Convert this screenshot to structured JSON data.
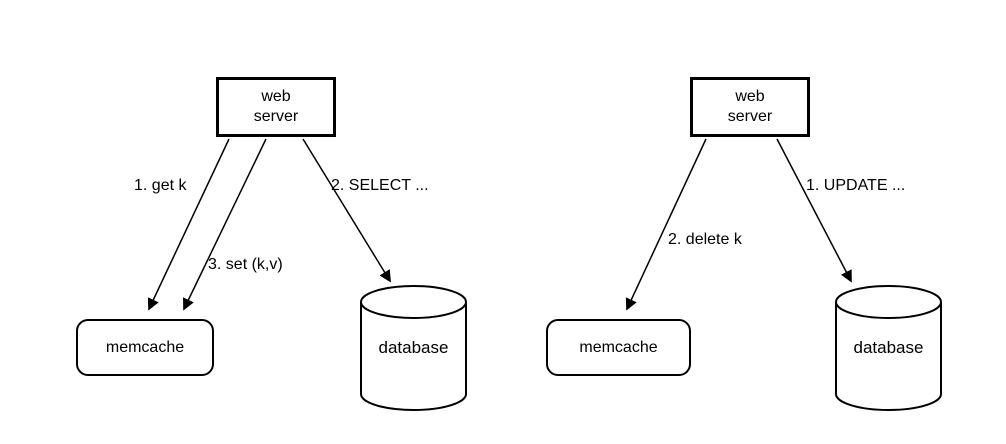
{
  "canvas": {
    "background": "#ffffff",
    "stroke": "#000000",
    "text_color": "#000000"
  },
  "left_diagram": {
    "web_server": {
      "line1": "web",
      "line2": "server"
    },
    "memcache": {
      "label": "memcache"
    },
    "database": {
      "label": "database"
    },
    "arrows": [
      {
        "label": "1. get k",
        "from": "web server",
        "to": "memcache"
      },
      {
        "label": "2. SELECT ...",
        "from": "web server",
        "to": "database"
      },
      {
        "label": "3. set (k,v)",
        "from": "web server",
        "to": "memcache"
      }
    ]
  },
  "right_diagram": {
    "web_server": {
      "line1": "web",
      "line2": "server"
    },
    "memcache": {
      "label": "memcache"
    },
    "database": {
      "label": "database"
    },
    "arrows": [
      {
        "label": "1. UPDATE ...",
        "from": "web server",
        "to": "database"
      },
      {
        "label": "2. delete k",
        "from": "web server",
        "to": "memcache"
      }
    ]
  }
}
